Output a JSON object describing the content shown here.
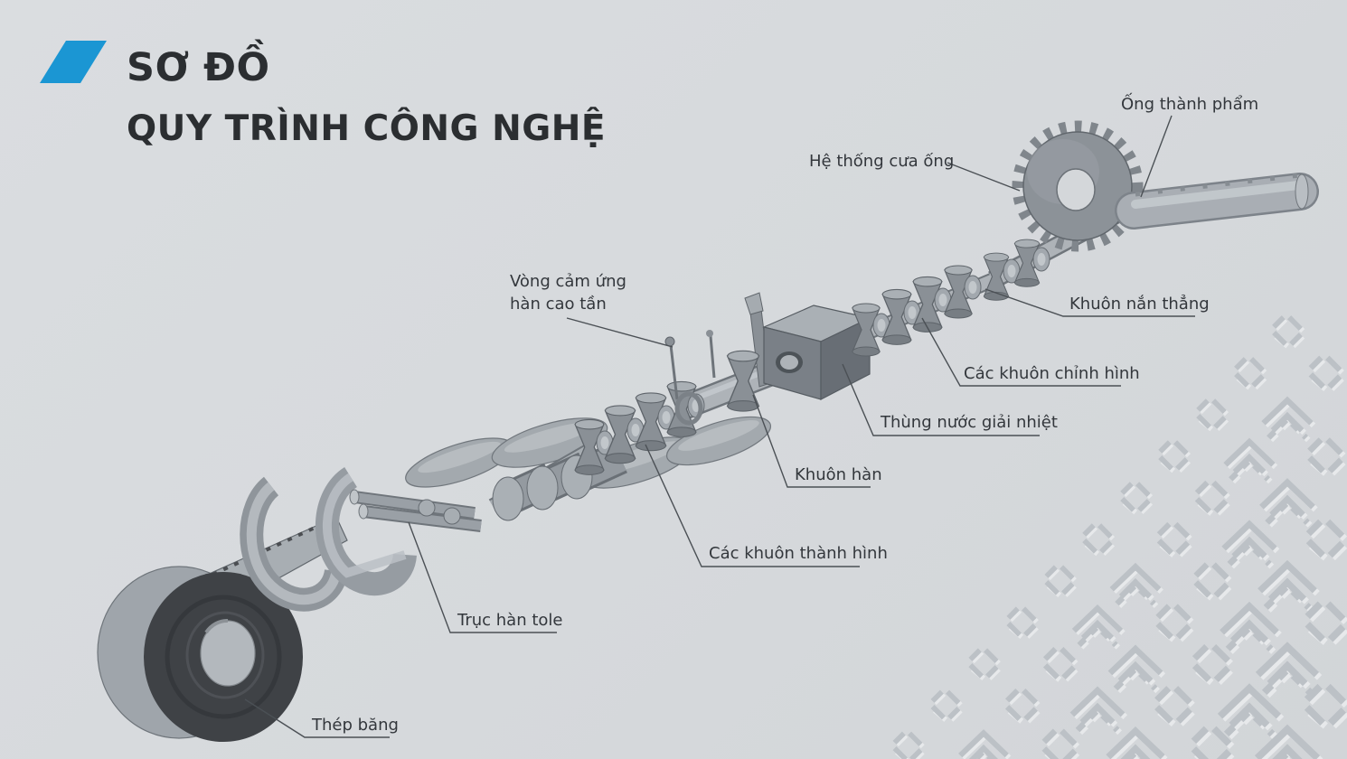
{
  "title": {
    "line1": "SƠ ĐỒ",
    "line2": "QUY TRÌNH CÔNG NGHỆ"
  },
  "labels": {
    "finished_pipe": "Ống thành phẩm",
    "saw_system": "Hệ thống cưa ống",
    "straightening_die": "Khuôn nắn thẳng",
    "shaping_dies": "Các khuôn chỉnh hình",
    "cooling_tank": "Thùng nước giải nhiệt",
    "welding_die": "Khuôn hàn",
    "induction_ring": {
      "line1": "Vòng cảm ứng",
      "line2": "hàn cao tần"
    },
    "forming_dies": "Các khuôn thành hình",
    "tole_welding_shaft": "Trục hàn tole",
    "steel_strip": "Thép băng"
  },
  "colors": {
    "accent": "#1b96d3",
    "background": "#d6d9dc",
    "label_text": "#33373c",
    "leader_line": "#4b5055",
    "machine_gray": "#9aa0a6",
    "machine_dark": "#6b7177",
    "coil_face_dark": "#3f4246",
    "watermark_gray": "#bcc1c6"
  }
}
